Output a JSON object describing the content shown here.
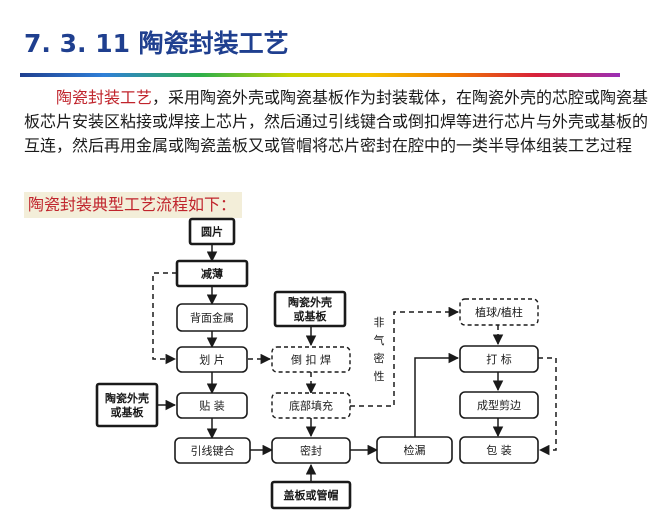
{
  "title": "7. 3. 11  陶瓷封装工艺",
  "paragraph": {
    "highlight": "陶瓷封装工艺",
    "rest": "，采用陶瓷外壳或陶瓷基板作为封装载体，在陶瓷外壳的芯腔或陶瓷基板芯片安装区粘接或焊接上芯片，然后通过引线键合或倒扣焊等进行芯片与外壳或基板的互连，然后再用金属或陶瓷盖板又或管帽将芯片密封在腔中的一类半导体组装工艺过程"
  },
  "flow_title": "陶瓷封装典型工艺流程如下：",
  "side_note": [
    "非",
    "气",
    "密",
    "性"
  ],
  "nodes": [
    {
      "id": "wafer",
      "lines": [
        "圆片"
      ],
      "style": "bold"
    },
    {
      "id": "thin",
      "lines": [
        "减薄"
      ],
      "style": "bold"
    },
    {
      "id": "backmetal",
      "lines": [
        "背面金属"
      ],
      "style": "solid"
    },
    {
      "id": "dicing",
      "lines": [
        "划 片"
      ],
      "style": "solid"
    },
    {
      "id": "attach",
      "lines": [
        "贴 装"
      ],
      "style": "solid"
    },
    {
      "id": "wirebond",
      "lines": [
        "引线键合"
      ],
      "style": "solid"
    },
    {
      "id": "shell_left",
      "lines": [
        "陶瓷外壳",
        "或基板"
      ],
      "style": "bold"
    },
    {
      "id": "shell_top",
      "lines": [
        "陶瓷外壳",
        "或基板"
      ],
      "style": "bold"
    },
    {
      "id": "flipchip",
      "lines": [
        "倒 扣 焊"
      ],
      "style": "dash"
    },
    {
      "id": "underfill",
      "lines": [
        "底部填充"
      ],
      "style": "dash"
    },
    {
      "id": "seal",
      "lines": [
        "密封"
      ],
      "style": "solid"
    },
    {
      "id": "lid",
      "lines": [
        "盖板或管帽"
      ],
      "style": "bold"
    },
    {
      "id": "leakcheck",
      "lines": [
        "检漏"
      ],
      "style": "solid"
    },
    {
      "id": "ball",
      "lines": [
        "植球/植柱"
      ],
      "style": "dash"
    },
    {
      "id": "mark",
      "lines": [
        "打 标"
      ],
      "style": "solid"
    },
    {
      "id": "trim",
      "lines": [
        "成型剪边"
      ],
      "style": "solid"
    },
    {
      "id": "pack",
      "lines": [
        "包 装"
      ],
      "style": "solid"
    }
  ]
}
